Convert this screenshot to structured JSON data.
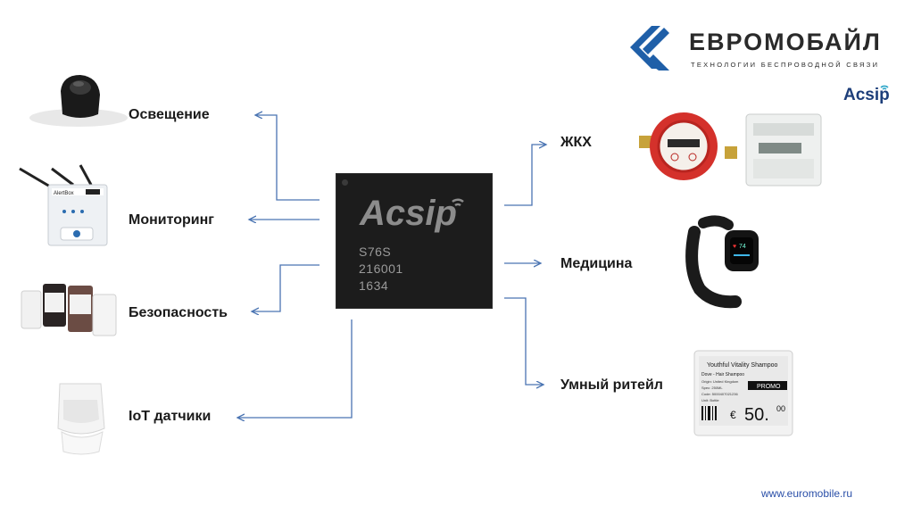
{
  "header": {
    "brand_name": "ЕВРОМОБАЙЛ",
    "tagline": "ТЕХНОЛОГИИ БЕСПРОВОДНОЙ СВЯЗИ",
    "partner_logo": "Acsip",
    "brand_color": "#1f5fa8"
  },
  "chip": {
    "logo": "Acsip",
    "model": "S76S",
    "line2": "216001",
    "line3": "1634"
  },
  "left_items": [
    {
      "label": "Освещение",
      "icon": "smart-bulb-icon"
    },
    {
      "label": "Мониторинг",
      "icon": "alertbox-device-icon"
    },
    {
      "label": "Безопасность",
      "icon": "door-sensors-icon"
    },
    {
      "label": "IoT датчики",
      "icon": "motion-sensor-icon"
    }
  ],
  "right_items": [
    {
      "label": "ЖКХ",
      "icon": "water-and-electric-meters-icon"
    },
    {
      "label": "Медицина",
      "icon": "fitness-band-icon"
    },
    {
      "label": "Умный ритейл",
      "icon": "electronic-shelf-label-icon"
    }
  ],
  "fitness_band": {
    "heart_rate": "74"
  },
  "shelf_label": {
    "title": "Youthful Vitality Shampoo",
    "subtitle": "Dove - Hair Shampoo",
    "promo": "PROMO",
    "currency": "€",
    "price_main": "50.",
    "price_cents": "00",
    "rows": [
      "Origin: United Kingdom",
      "Spec: 250ML",
      "Code: 5000407021236",
      "Unit: Bottle"
    ]
  },
  "footer": {
    "url": "www.euromobile.ru"
  },
  "colors": {
    "arrow": "#4a74b2",
    "chip": "#1c1c1c",
    "text": "#1a1a1a"
  }
}
